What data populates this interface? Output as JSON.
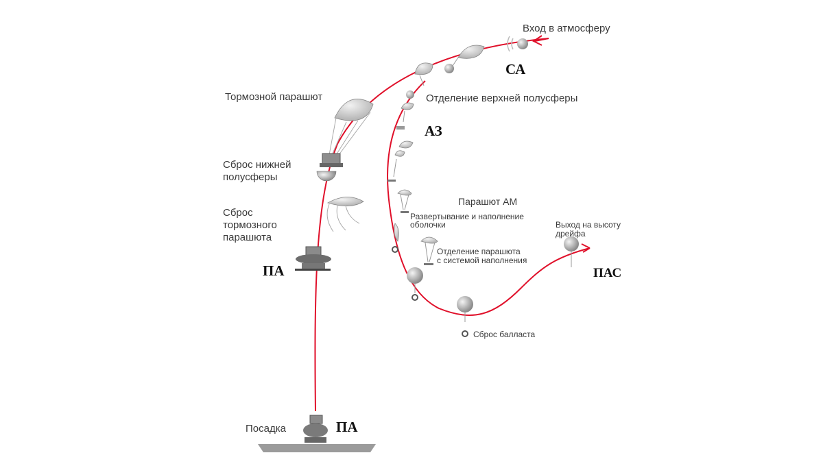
{
  "labels": {
    "entry": "Вход в атмосферу",
    "sa": "СА",
    "brake_chute": "Тормозной парашют",
    "upper_sep": "Отделение верхней полусферы",
    "az": "АЗ",
    "lower_drop_1": "Сброс нижней",
    "lower_drop_2": "полусферы",
    "chute_drop_1": "Сброс",
    "chute_drop_2": "тормозного",
    "chute_drop_3": "парашюта",
    "pa_mid": "ПА",
    "am_chute": "Парашют АМ",
    "deploy_1": "Развертывание и наполнение",
    "deploy_2": "оболочки",
    "sep_chute_1": "Отделение парашюта",
    "sep_chute_2": "с системой наполнения",
    "drift_1": "Выход на высоту",
    "drift_2": "дрейфа",
    "pas": "ПАС",
    "ballast": "Сброс балласта",
    "landing": "Посадка",
    "pa_bottom": "ПА"
  },
  "colors": {
    "trajectory": "#e0102a",
    "text": "#3a3a3a",
    "device": "#9a9a9a"
  }
}
